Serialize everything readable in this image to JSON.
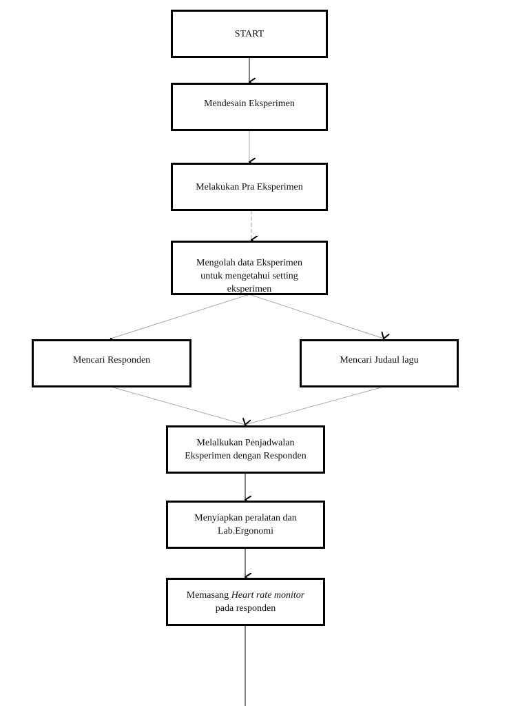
{
  "flowchart": {
    "nodes": [
      {
        "id": "start",
        "text": "START"
      },
      {
        "id": "design",
        "text": "Mendesain Eksperimen"
      },
      {
        "id": "pre",
        "text": "Melakukan Pra Eksperimen"
      },
      {
        "id": "process",
        "text": "Mengolah data Eksperimen untuk mengetahui setting eksperimen"
      },
      {
        "id": "respondents",
        "text": "Mencari Responden"
      },
      {
        "id": "songs",
        "text": "Mencari Judaul lagu"
      },
      {
        "id": "schedule",
        "text": "Melalkukan Penjadwalan Eksperimen dengan Responden"
      },
      {
        "id": "prepare",
        "text": "Menyiapkan peralatan dan Lab.Ergonomi"
      },
      {
        "id": "monitor",
        "text_before": "Memasang ",
        "text_italic": "Heart rate monitor",
        "text_after": "pada responden"
      }
    ],
    "edges": [
      [
        "start",
        "design"
      ],
      [
        "design",
        "pre"
      ],
      [
        "pre",
        "process"
      ],
      [
        "process",
        "respondents"
      ],
      [
        "process",
        "songs"
      ],
      [
        "respondents",
        "schedule"
      ],
      [
        "songs",
        "schedule"
      ],
      [
        "schedule",
        "prepare"
      ],
      [
        "prepare",
        "monitor"
      ]
    ]
  }
}
